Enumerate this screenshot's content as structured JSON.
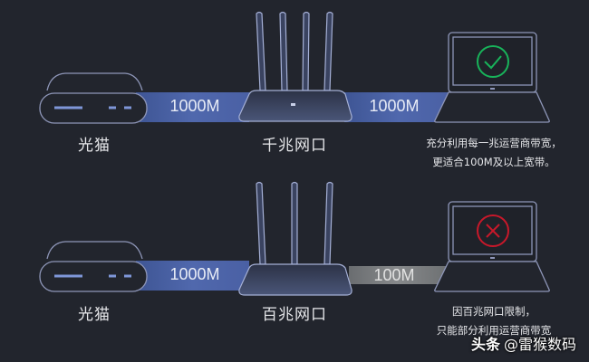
{
  "colors": {
    "background": "#22252d",
    "band_fast": "#4a5fa0",
    "band_slow": "#7a7d7f",
    "device_stroke": "#8e96b8",
    "router_body": "#3d4766",
    "ok_green": "#18b35a",
    "error_red": "#c8182a"
  },
  "diagram": {
    "top": {
      "modem_label": "光猫",
      "router_label": "千兆网口",
      "link1_speed": "1000M",
      "link2_speed": "1000M",
      "router_antennas": 4,
      "status_icon": "check-circle-icon",
      "caption_lines": [
        "充分利用每一兆运营商带宽，",
        "更适合100M及以上宽带。"
      ]
    },
    "bottom": {
      "modem_label": "光猫",
      "router_label": "百兆网口",
      "link1_speed": "1000M",
      "link2_speed": "100M",
      "router_antennas": 3,
      "status_icon": "x-circle-icon",
      "caption_lines": [
        "因百兆网口限制，",
        "只能部分利用运营商带宽"
      ]
    }
  },
  "watermark": {
    "source": "头条",
    "author": "@雷猴数码"
  }
}
